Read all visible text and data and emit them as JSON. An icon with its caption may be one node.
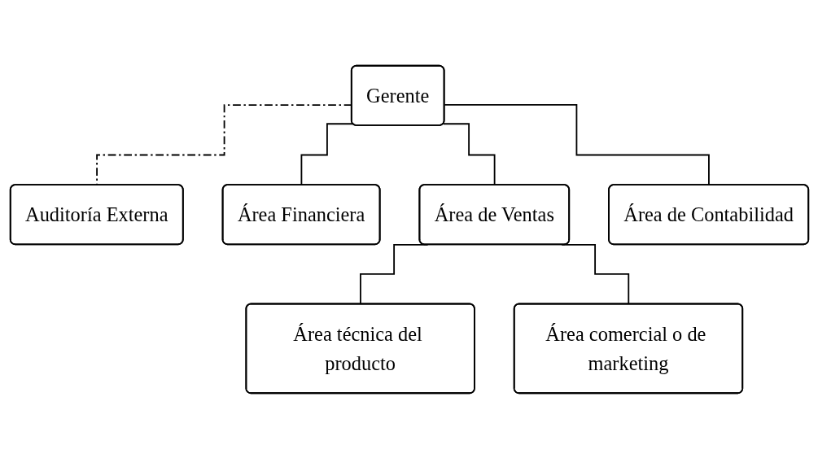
{
  "diagram": {
    "nodes": [
      {
        "text": [
          "Gerente"
        ]
      },
      {
        "text": [
          "Auditoría Externa"
        ]
      },
      {
        "text": [
          "Área Financiera"
        ]
      },
      {
        "text": [
          "Área de Ventas"
        ]
      },
      {
        "text": [
          "Área de Contabilidad"
        ]
      },
      {
        "text": [
          "Área técnica del producto"
        ]
      },
      {
        "text": [
          "Área comercial o de marketing"
        ]
      }
    ],
    "edges": [
      {
        "from": 0,
        "to": 1,
        "arrow": "none",
        "style": "dashed"
      },
      {
        "from": 0,
        "to": 2,
        "arrow": "none"
      },
      {
        "from": 0,
        "to": 3,
        "arrow": "none"
      },
      {
        "from": 0,
        "to": 4,
        "arrow": "none"
      },
      {
        "from": 3,
        "to": 5,
        "arrow": "none"
      },
      {
        "from": 3,
        "to": 6,
        "arrow": "none"
      }
    ]
  }
}
